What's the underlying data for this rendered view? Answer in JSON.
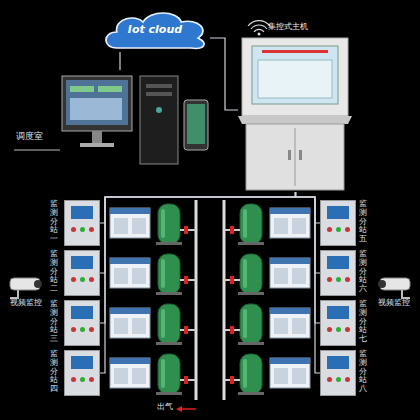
{
  "diagram": {
    "nodes": [
      {
        "text": [
          "Iot cloud"
        ]
      },
      {
        "text": [
          "调度室"
        ]
      },
      {
        "text": [
          "集控式主机"
        ]
      },
      {
        "text": [
          "监测分站一"
        ]
      },
      {
        "text": [
          "监测分站二"
        ]
      },
      {
        "text": [
          "监测分站三"
        ]
      },
      {
        "text": [
          "监测分站四"
        ]
      },
      {
        "text": [
          "监测分站五"
        ]
      },
      {
        "text": [
          "监测分站六"
        ]
      },
      {
        "text": [
          "监测分站七"
        ]
      },
      {
        "text": [
          "监测分站八"
        ]
      },
      {
        "text": [
          "视频监控"
        ]
      },
      {
        "text": [
          "视频监控"
        ]
      }
    ],
    "edges": [
      {
        "from": 0,
        "to": 1,
        "arrow": "none"
      },
      {
        "from": 0,
        "to": 2,
        "arrow": "none"
      },
      {
        "from": 2,
        "to": 3,
        "arrow": "none"
      },
      {
        "from": 2,
        "to": 4,
        "arrow": "none"
      },
      {
        "from": 2,
        "to": 5,
        "arrow": "none"
      },
      {
        "from": 2,
        "to": 6,
        "arrow": "none"
      },
      {
        "from": 2,
        "to": 7,
        "arrow": "none"
      },
      {
        "from": 2,
        "to": 8,
        "arrow": "none"
      },
      {
        "from": 2,
        "to": 9,
        "arrow": "none"
      },
      {
        "from": 2,
        "to": 10,
        "arrow": "none"
      }
    ],
    "labels": [
      "出气"
    ]
  }
}
